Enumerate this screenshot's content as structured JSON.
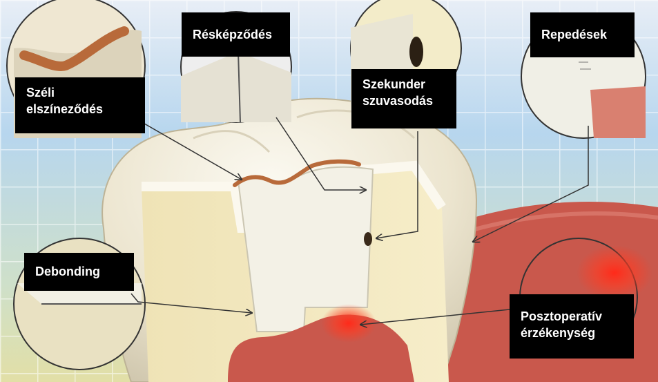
{
  "labels": {
    "szeli": [
      "Széli",
      "elszíneződés"
    ],
    "reskepzodes": "Résképződés",
    "szekunder": [
      "Szekunder",
      "szuvasodás"
    ],
    "repedesek": "Repedések",
    "debonding": "Debonding",
    "posztoperativ": [
      "Posztoperatív",
      "érzékenység"
    ]
  },
  "colors": {
    "label_bg": "#000000",
    "label_text": "#ffffff",
    "gum": "#c9584c",
    "tooth": "#f1ecdb",
    "sky": "#a9cde9",
    "discoloration": "#b86a3a",
    "sensitivity": "#ff2a1a"
  }
}
